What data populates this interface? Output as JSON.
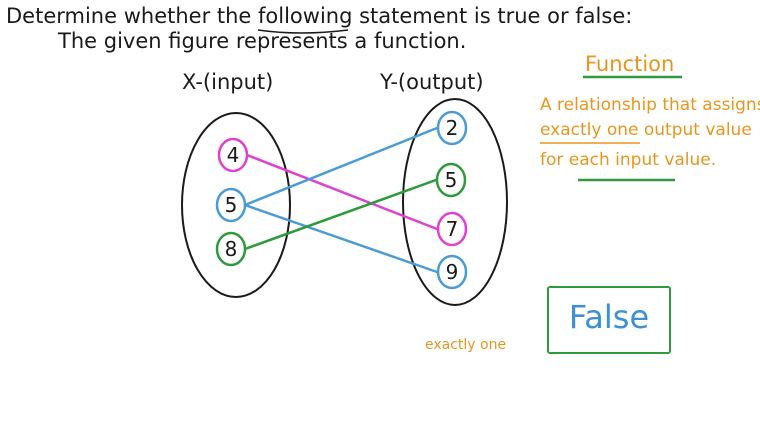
{
  "question": {
    "line1": "Determine whether the following statement is true or false:",
    "line2": "The given figure represents a function."
  },
  "mapping": {
    "x_header": "X-(input)",
    "y_header": "Y-(output)",
    "inputs": [
      {
        "value": "4",
        "color": "#e040d0"
      },
      {
        "value": "5",
        "color": "#4a9bd6"
      },
      {
        "value": "8",
        "color": "#2e9a3c"
      }
    ],
    "outputs": [
      {
        "value": "2",
        "color": "#4a9bd6"
      },
      {
        "value": "5",
        "color": "#2e9a3c"
      },
      {
        "value": "7",
        "color": "#e040d0"
      },
      {
        "value": "9",
        "color": "#4a9bd6"
      }
    ],
    "arrows": [
      {
        "from": "4",
        "to": "7",
        "color": "#e040d0"
      },
      {
        "from": "5",
        "to": "2",
        "color": "#4a9bd6"
      },
      {
        "from": "5",
        "to": "9",
        "color": "#4a9bd6"
      },
      {
        "from": "8",
        "to": "5",
        "color": "#2e9a3c"
      }
    ],
    "annotation": "exactly one"
  },
  "definition": {
    "title": "Function",
    "line1": "A relationship that assigns",
    "line2": "exactly one output value",
    "line3": "for each input value."
  },
  "answer": "False",
  "colors": {
    "text": "#1a1a1a",
    "orange": "#e8951e",
    "pink": "#e040d0",
    "blue": "#4a9bd6",
    "green": "#2e9a3c"
  }
}
